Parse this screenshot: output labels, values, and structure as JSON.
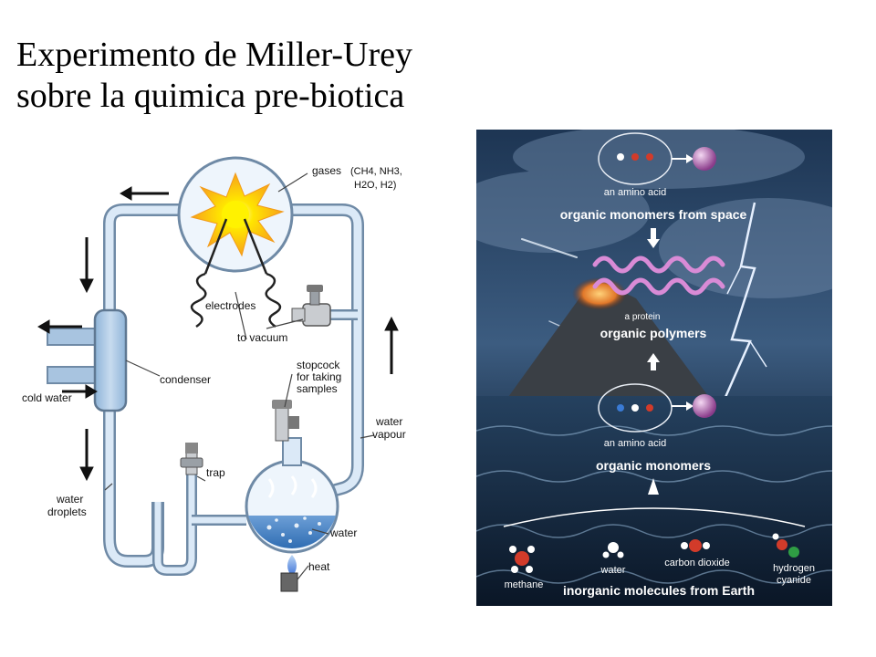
{
  "title": {
    "line1": "Experimento de Miller-Urey",
    "line2": "sobre la quimica pre-biotica"
  },
  "apparatus": {
    "gases_label": "gases",
    "gases_formula_line1": "(CH4, NH3,",
    "gases_formula_line2": "H2O, H2)",
    "electrodes": "electrodes",
    "to_vacuum": "to vacuum",
    "condenser": "condenser",
    "cold_water": "cold water",
    "stopcock_line1": "stopcock",
    "stopcock_line2": "for taking",
    "stopcock_line3": "samples",
    "water_vapour_line1": "water",
    "water_vapour_line2": "vapour",
    "trap": "trap",
    "water_droplets_line1": "water",
    "water_droplets_line2": "droplets",
    "water": "water",
    "heat": "heat"
  },
  "origin_panel": {
    "amino_acid_top": "an amino acid",
    "monomers_space": "organic monomers from space",
    "protein": "a protein",
    "polymers": "organic polymers",
    "amino_acid_mid": "an amino acid",
    "monomers": "organic monomers",
    "methane": "methane",
    "water": "water",
    "carbon_dioxide": "carbon dioxide",
    "hydrogen_cyanide_line1": "hydrogen",
    "hydrogen_cyanide_line2": "cyanide",
    "inorganic": "inorganic molecules from Earth"
  }
}
